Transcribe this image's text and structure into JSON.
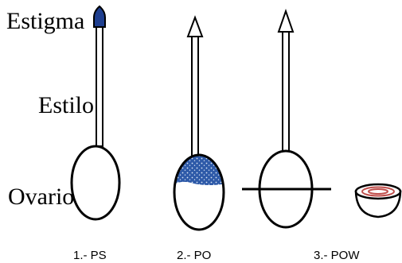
{
  "labels": {
    "estigma": "Estigma",
    "estilo": "Estilo",
    "ovario": "Ovario"
  },
  "captions": {
    "ps": "1.- PS",
    "po": "2.- PO",
    "pow": "3.- POW"
  },
  "colors": {
    "stigma_fill": "#1f3f8f",
    "pollen_fill": "#2e5aa8",
    "pollen_dot": "#dce7f7",
    "outline": "#000000",
    "bowl_stripe": "#c0504d"
  }
}
